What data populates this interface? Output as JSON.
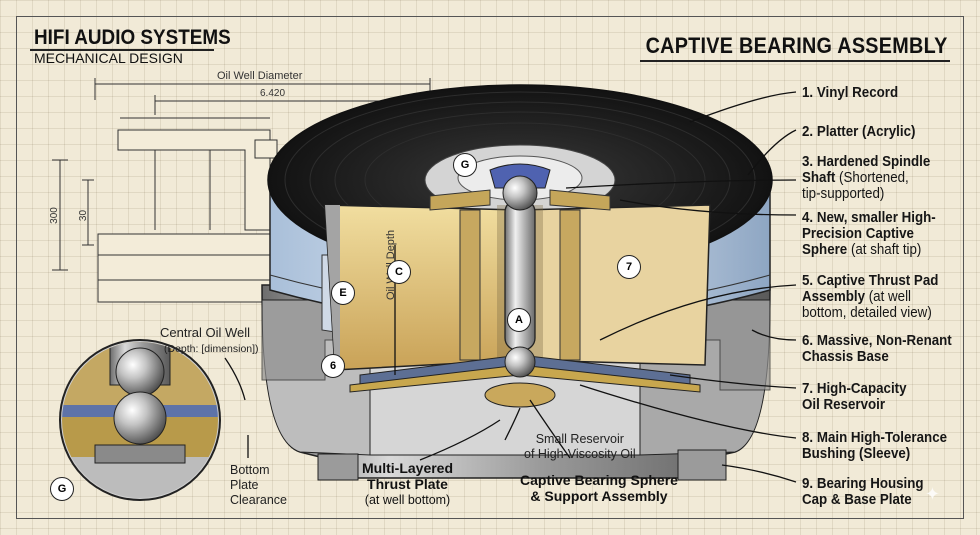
{
  "header": {
    "brand": "HIFI AUDIO SYSTEMS",
    "subtitle": "MECHANICAL DESIGN"
  },
  "title": "CAPTIVE BEARING ASSEMBLY",
  "dimensions": {
    "oil_well_diameter": "Oil Well Diameter",
    "diameter_value": "6.420",
    "height_300": "300",
    "height_30": "30",
    "oil_well_depth": "Oil Well Depth"
  },
  "annotations": {
    "central_oil_well": "Central Oil Well",
    "depth_dimension": "(Depth: [dimension])",
    "bottom_plate_clearance": [
      "Bottom",
      "Plate",
      "Clearance"
    ],
    "small_reservoir": [
      "Small Reservoir",
      "of High-Viscosity Oil"
    ],
    "multi_layered": [
      "Multi-Layered",
      "Thrust Plate"
    ],
    "multi_layered_note": "(at well bottom)",
    "captive_sphere": [
      "Captive Bearing Sphere",
      "& Support Assembly"
    ]
  },
  "callouts": [
    "G",
    "C",
    "7",
    "E",
    "A",
    "6",
    "G"
  ],
  "parts": [
    {
      "id": "1",
      "bold": "1. Vinyl Record",
      "normal": ""
    },
    {
      "id": "2",
      "bold": "2. Platter (Acrylic)",
      "normal": ""
    },
    {
      "id": "3",
      "bold": "3. Hardened Spindle",
      "bold2": "Shaft",
      "normal": " (Shortened,",
      "line3": "tip-supported)"
    },
    {
      "id": "4",
      "bold": "4. New, smaller High-",
      "bold2": "Precision Captive",
      "bold3": "Sphere",
      "normal": " (at shaft tip)"
    },
    {
      "id": "5",
      "bold": "5. Captive Thrust Pad",
      "bold2": "Assembly",
      "normal": " (at well",
      "line3": "bottom, detailed view)"
    },
    {
      "id": "6",
      "bold": "6. Massive, Non-Renant",
      "bold2": "Chassis Base"
    },
    {
      "id": "7",
      "bold": "7. High-Capacity",
      "bold2": "Oil Reservoir"
    },
    {
      "id": "8",
      "bold": "8. Main High-Tolerance",
      "bold2": "Bushing (Sleeve)"
    },
    {
      "id": "9",
      "bold": "9. Bearing Housing",
      "bold2": "Cap & Base Plate"
    }
  ]
}
